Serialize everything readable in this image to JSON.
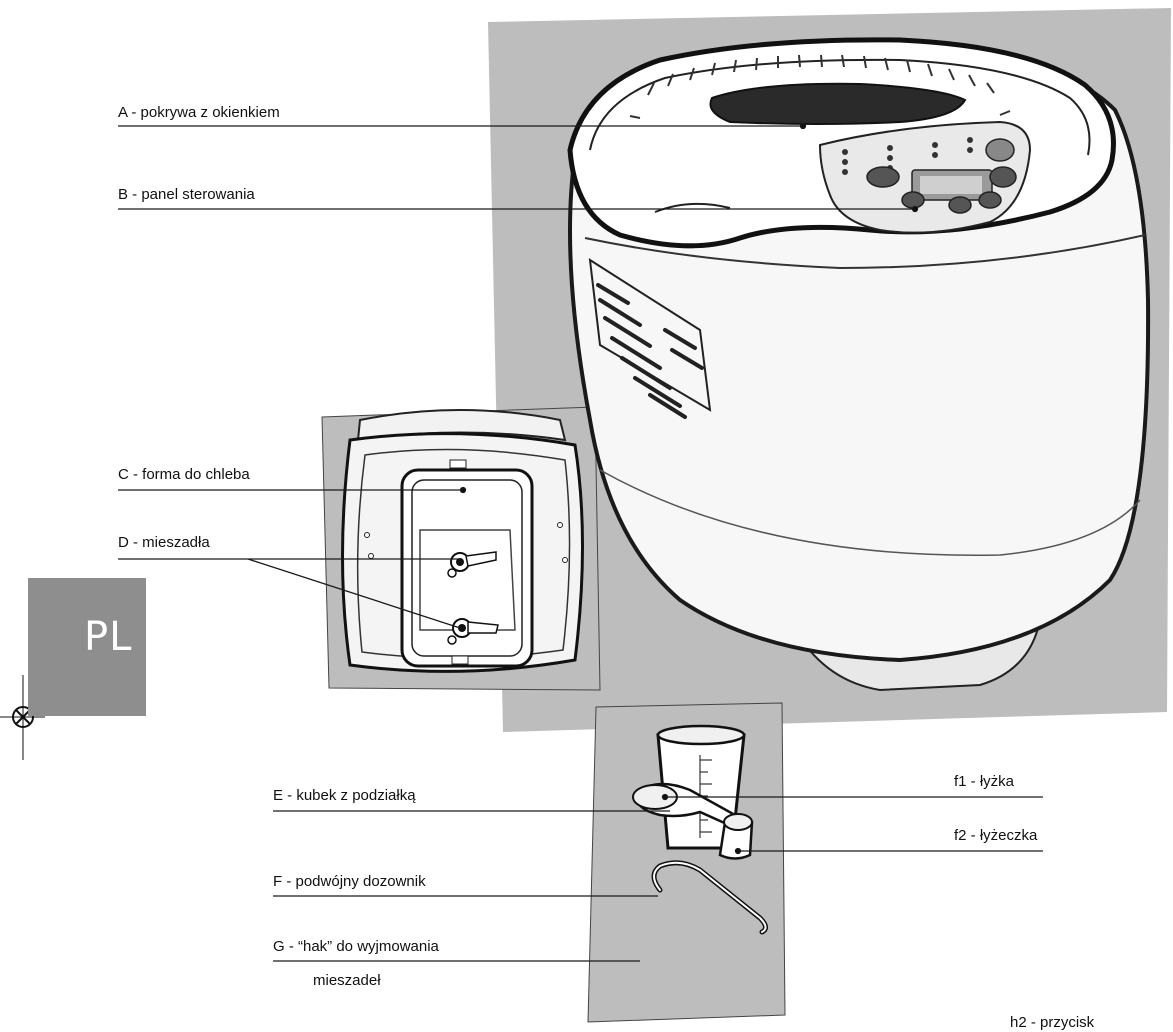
{
  "language_tab": "PL",
  "labels": {
    "a": "A - pokrywa z okienkiem",
    "b": "B - panel sterowania",
    "c": "C - forma do chleba",
    "d": "D - mieszadła",
    "e": "E - kubek z podziałką",
    "f": "F - podwójny dozownik",
    "f1": "f1 - łyżka",
    "f2": "f2 - łyżeczka",
    "g_line1": "G - “hak” do wyjmowania",
    "g_line2": "mieszadeł"
  },
  "footer": "h2 - przycisk",
  "colors": {
    "panel_gray": "#bdbdbd",
    "tab_gray": "#8e8e8e",
    "line": "#1a1a1a"
  }
}
